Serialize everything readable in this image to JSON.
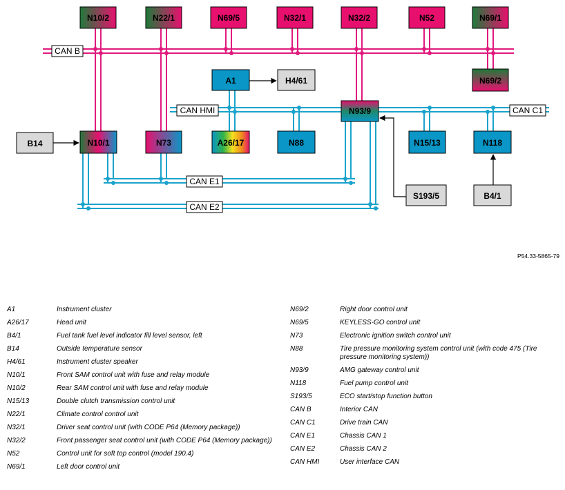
{
  "colors": {
    "can_b": "#e0197d",
    "can_blue": "#1aa3cc",
    "blue_unit": "#0a96c6",
    "grey_unit": "#d9d9d9",
    "magenta_unit": "#e8106f"
  },
  "figure_ref": "P54.33-5865-79",
  "units": {
    "N10_2": "N10/2",
    "N22_1": "N22/1",
    "N69_5": "N69/5",
    "N32_1": "N32/1",
    "N32_2": "N32/2",
    "N52": "N52",
    "N69_1": "N69/1",
    "A1": "A1",
    "H4_61": "H4/61",
    "N69_2": "N69/2",
    "N93_9": "N93/9",
    "B14": "B14",
    "N10_1": "N10/1",
    "N73": "N73",
    "A26_17": "A26/17",
    "N88": "N88",
    "N15_13": "N15/13",
    "N118": "N118",
    "S193_5": "S193/5",
    "B4_1": "B4/1"
  },
  "buses": {
    "can_b": "CAN B",
    "can_hmi": "CAN HMI",
    "can_c1": "CAN C1",
    "can_e1": "CAN E1",
    "can_e2": "CAN E2"
  },
  "legend_left": [
    {
      "code": "A1",
      "desc": "Instrument cluster"
    },
    {
      "code": "A26/17",
      "desc": "Head unit"
    },
    {
      "code": "B4/1",
      "desc": "Fuel tank fuel level indicator fill level sensor, left"
    },
    {
      "code": "B14",
      "desc": "Outside temperature sensor"
    },
    {
      "code": "H4/61",
      "desc": "Instrument cluster speaker"
    },
    {
      "code": "N10/1",
      "desc": "Front SAM control unit with fuse and relay module"
    },
    {
      "code": "N10/2",
      "desc": "Rear SAM control unit with fuse and relay module"
    },
    {
      "code": "N15/13",
      "desc": "Double clutch transmission control unit"
    },
    {
      "code": "N22/1",
      "desc": "Climate control control unit"
    },
    {
      "code": "N32/1",
      "desc": "Driver seat control unit (with CODE P64 (Memory package))"
    },
    {
      "code": "N32/2",
      "desc": "Front passenger seat control unit (with CODE P64 (Memory package))"
    },
    {
      "code": "N52",
      "desc": "Control unit for soft top control (model 190.4)"
    },
    {
      "code": "N69/1",
      "desc": "Left door control unit"
    }
  ],
  "legend_right": [
    {
      "code": "N69/2",
      "desc": "Right door control unit"
    },
    {
      "code": "N69/5",
      "desc": "KEYLESS-GO control unit"
    },
    {
      "code": "N73",
      "desc": "Electronic ignition switch control unit"
    },
    {
      "code": "N88",
      "desc": "Tire pressure monitoring system control unit (with code 475 (Tire pressure monitoring system))"
    },
    {
      "code": "N93/9",
      "desc": "AMG gateway control unit"
    },
    {
      "code": "N118",
      "desc": "Fuel pump control unit"
    },
    {
      "code": "S193/5",
      "desc": "ECO start/stop function button"
    },
    {
      "code": "CAN B",
      "desc": "Interior CAN"
    },
    {
      "code": "CAN C1",
      "desc": "Drive train CAN"
    },
    {
      "code": "CAN E1",
      "desc": "Chassis CAN 1"
    },
    {
      "code": "CAN E2",
      "desc": "Chassis CAN 2"
    },
    {
      "code": "CAN HMI",
      "desc": "User interface CAN"
    }
  ]
}
